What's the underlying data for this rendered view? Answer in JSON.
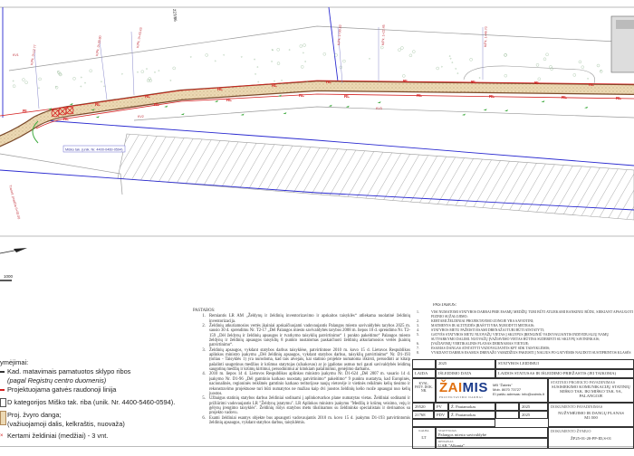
{
  "drawing": {
    "parcel_number": "227/86",
    "forest_path_label": "Miško tak. (unik. Nr. 4400-0460-0594)",
    "road_line_label": "RL",
    "station_labels": [
      "K/Pk. 0+12.77",
      "K/Pk. 0+33.80",
      "K/Pk. 0+43.43",
      "K/Pk. 1+00.82",
      "K/Pk. 1+22.45",
      "K/Pk. 1+46.70",
      "Tranzit. pradžia 0+00.00"
    ],
    "curve_labels": [
      "KV1",
      "KV2",
      "KV3"
    ],
    "scale_label": "1000",
    "colors": {
      "red_line": "#d42020",
      "blue_line": "#2a2ad0",
      "road_fill": "#e9d6b0",
      "road_edge": "#7a4a2a",
      "gray": "#9a9a9a",
      "green": "#3caa3c"
    }
  },
  "legend": {
    "title": "ymėjimai:",
    "items": [
      {
        "label": "Kad. matavimais pamatuotos sklypo ribos",
        "sub": "(pagal Registrų centro duomenis)",
        "color": "#333333"
      },
      {
        "label": "Projektuojama gatvės raudonoji linija",
        "color": "#d42020"
      },
      {
        "label": "D kategorijos Miško tak. riba (unik. Nr. 4400-5460-0594).",
        "color": "#555555"
      },
      {
        "label": "Proj. žvyro danga;",
        "sub": "(važiuojamoji dalis, kelkraštis, nuovaža)",
        "color": "#e9d6b0"
      },
      {
        "label": "Kertami želdiniai (medžiai)  - 3 vnt.",
        "color": "#d42020"
      }
    ]
  },
  "notes_left": {
    "title": "PASTABOS:",
    "items": [
      "Remiantis LR AM „Želdynų ir želdinių inventorizavimo ir apskaitos taisyklės“ atliekama nuolatinė želdinių inventorizacija.",
      "Želdinių atkuriamosios vertės įkainiai apskaičiuojami vadovaujantis Palangos miesto savivaldybės tarybos 2025 m. sausio 30 d. sprendimu Nr. T2-17 „Dėl Palangos miesto savivaldybės tarybos 2008 m. liepos 10 d. sprendimo Nr. T2-159 „Dėl želdynų ir želdinių apsaugos ir tvarkymo taisyklių patvirtinimo“ 1 punkto pakeitimo“ Palangos miesto želdynų ir želdinių apsaugos taisyklių 8 punkto nustatomas paskaičiuoti želdinių atkuriamosios vertės įkainių patvirtinimo“.",
      "Želdinių apsaugos, vykdant statybos darbus taisyklėse, patvirtintose 2010 m. kovo 15 d. Lietuvos Respublikos aplinkos ministro įsakymu „Dėl želdinių apsaugos, vykdant statybos darbus, taisyklių patvirtinimo“ Nr. D1-193 (toliau - Taisyklės 1) yra nurodoma, kad tais atvejais, kai statinio projekte numatoma iškirsti, persodinti ar kitaip pašalinti saugotinus medžius ir krūmus statytojas (užsakovas) ar jo įgaliotas asmuo turi gauti savivaldybės leidimą saugotinų medžių ir krūmų kirtimui, persodinimui ar kitokiam pašalinimui, genėjimo darbams.",
      "2010 m. liepos 14 d. Lietuvos Respublikos aplinkos ministro įsakymu Nr. D1-624 „Dėl 2007 m. vasario 14 d. įsakymo Nr. D1-96 „Dėl gamtinio karkaso nuostatų patvirtinimo“ pakeitimo“ 9 punktu nustatyta, kad Europinės, nacionalinės, regioninės reikšmės gamtinio karkaso teritorijose naujų vietovėje ir vietinės reikšmės kelių tiesimo ir rekonstravimo projektuose turi būti numatytos ne mažiau kaip dvi juostos želdinių kelio ruože apsaugai nuo kelių juostos.",
      "Užbaigus statinių statybos darbus želdiniai sodinami į aplinkotvarkos plane numatytas vietas. Želdiniai sodinami ir prižiūrimi vadovaujantis LR \"Želdynų įstatymu\". LR Aplinkos ministro įsakymu \"Medžių ir krūmų veisimo, vejų ir gėlynų įrengimo taisyklės\". Želdinių rūšys statybos metu tikslinamos su želdininko specialistais ir derinamos su projekto vadovu.",
      "Esami želdiniai esantys objekte bus apsaugoti vadovaujantis 2010 m. kovo 15 d. įsakymu D1-193 patvirtintomis želdinių apsaugos, vykdant statybos darbus, taisyklėmis."
    ]
  },
  "notes_right": {
    "title": "PASTABOS:",
    "items": [
      "VISI NUMATOMI STATYBOS DARBAI PRIE ESAMŲ MEDŽIŲ TURI BŪTI ATLIEKAMI RANKINIU BŪDU, SIEKIANT APSAUGOTI",
      "FIZINIO SUŽALOJIMO;",
      "KERTAMI ŽELDINIAI PROJEKTAVIMO ZONOJE YRA SAVIOTINI;",
      "MATMENYS IR ALTITUDĖS ĮRAŠYTI YRA NURODYTI METRAIS;",
      "STATYBOS METU PAŽEISTI ESAMI DRENAŽAI TURI BŪTI ATSTATYTI;",
      "GATVĖS STATYBOS METU NUOVAŽŲ VIETAS Į SKLYPUS ĮRENGINIŪ VADOVAUJANTIS INDIVIDUALIŲ NAMŲ",
      "SUTVARKYMO DALIMI. NUOVAŽŲ ĮVAŽIAVIMO VIETAS BŪTINA SUDERINTI SU SKLYPŲ SAVININKAIS;",
      "ĮVAŽIAVIMŲ VERTIKALINIS PLANAS DERINAMAS VIETOJE;",
      "ESAMAS DANGAS ATSTATYTI VADOVAUJANTIS KPT SDK TAISYKLĖMIS;",
      "VYKDANT DARBUS ESAMUS DRENAŽO VAMZDŽIUS PAKEISTI Į NAUJUS PO GATVĖMIS NAUDOTI SUSTIPRINTOS KLASĖS"
    ],
    "numbers": [
      "1.",
      "",
      "2.",
      "3.",
      "4.",
      "5.",
      "",
      "6.",
      "7.",
      "8."
    ]
  },
  "title_block": {
    "year": "2025",
    "status": "STATYBOS LEIDIMUI",
    "laida": "LAIDA",
    "issue_date": "IŠLEIDIMO DATA",
    "issue_status": "LAIDOS STATUSAS IR IŠLEIDIMO PRIEŽASTIS (JEI TAIKOMA)",
    "qual_doc": "KVAL. PATV. DOK. NR.",
    "logo_za": "ŽAI",
    "logo_mis": "MIS",
    "logo_sub": "PROJEKTAVIMO DARBAI",
    "company": "MB \"Žaimis\"",
    "phone": "Mob. 8670 73727",
    "email": "El paštu adresas: info@zaimis.lt",
    "project_name_label": "STATINIO PROJEKTO PAVADINIMAS",
    "project_name": "SUSISIEKIMO KOMUNIKACIJŲ STATINIŲ",
    "project_name_2": "MIŠKO TAK. IKI MIŠKO TAK. 9A, PALANGOJE",
    "signers": [
      {
        "code": "29520",
        "role": "PV",
        "name": "Ž. Pautamokas",
        "year": "2025"
      },
      {
        "code": "21768",
        "role": "PDV",
        "name": "Ž. Pautamokas",
        "year": "2025"
      }
    ],
    "doc_name_label": "DOKUMENTO PAVADINIMAS",
    "doc_name": "NUŽYMĖJIMO IR DANGŲ PLANAS",
    "doc_scale": "M1:500",
    "language_label": "KALBA",
    "language": "LT",
    "client_label": "STATYTOJAS",
    "client": "Palangos miesto savivaldybė",
    "preparer_label": "RENGĖJAS",
    "preparer": "UAB \"Alkanta\"",
    "doc_code_label": "DOKUMENTO ŽYMUO",
    "doc_code": "ŽP25-01-20-PP-ID,S-01"
  }
}
